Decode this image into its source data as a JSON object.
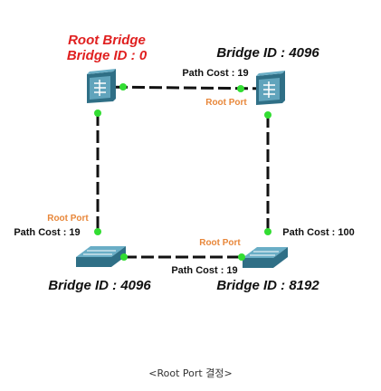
{
  "colors": {
    "root_label": "#e02020",
    "bridge_label": "#111111",
    "port_label": "#e8873a",
    "port_dot": "#33dd33",
    "link": "#111111",
    "switch_face": "#6aaec6",
    "switch_dark": "#2f6f86"
  },
  "bridges": {
    "top_left": {
      "root_title": "Root Bridge",
      "id_label": "Bridge ID : 0",
      "icon": "multilayer-switch-icon"
    },
    "top_right": {
      "id_label": "Bridge ID : 4096",
      "icon": "multilayer-switch-icon"
    },
    "bottom_left": {
      "id_label": "Bridge ID : 4096",
      "icon": "switch-icon"
    },
    "bottom_right": {
      "id_label": "Bridge ID : 8192",
      "icon": "switch-icon"
    }
  },
  "links": {
    "top": {
      "path_cost": "Path Cost : 19"
    },
    "left": {
      "path_cost": "Path Cost : 19"
    },
    "bottom": {
      "path_cost": "Path Cost : 19"
    },
    "right": {
      "path_cost": "Path Cost : 100"
    }
  },
  "root_ports": {
    "top_right": "Root Port",
    "bottom_left": "Root Port",
    "bottom_right": "Root Port"
  },
  "caption": "<Root Port 결정>"
}
